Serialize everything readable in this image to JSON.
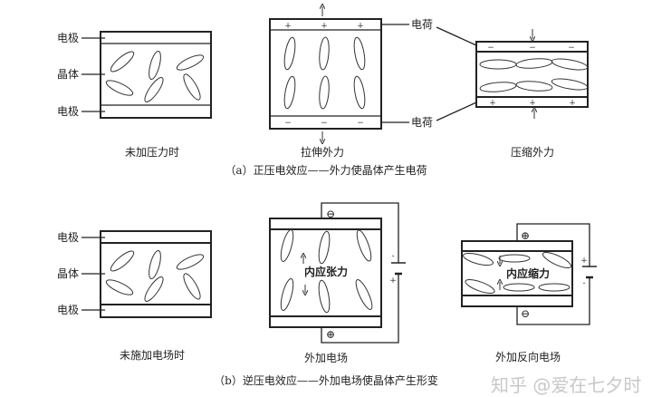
{
  "part_a": {
    "caption": "（a）正压电效应——外力使晶体产生电荷",
    "electrode_label": "电极",
    "crystal_label": "晶体",
    "charge_label": "电荷",
    "panels": [
      {
        "caption": "未加压力时"
      },
      {
        "caption": "拉伸外力",
        "top_sign": "+",
        "bottom_sign": "−"
      },
      {
        "caption": "压缩外力",
        "top_sign": "−",
        "bottom_sign": "+"
      }
    ]
  },
  "part_b": {
    "caption": "（b）逆压电效应——外加电场使晶体产生形变",
    "electrode_label": "电极",
    "crystal_label": "晶体",
    "panels": [
      {
        "caption": "未施加电场时"
      },
      {
        "caption": "外加电场",
        "inner_text": "内应张力",
        "top_terminal": "⊖",
        "bottom_terminal": "⊕",
        "battery_top": "-",
        "battery_bottom": "+"
      },
      {
        "caption": "外加反向电场",
        "inner_text": "内应缩力",
        "top_terminal": "⊕",
        "bottom_terminal": "⊖",
        "battery_top": "+",
        "battery_bottom": "-"
      }
    ]
  },
  "watermark": "知乎 @爱在七夕时"
}
